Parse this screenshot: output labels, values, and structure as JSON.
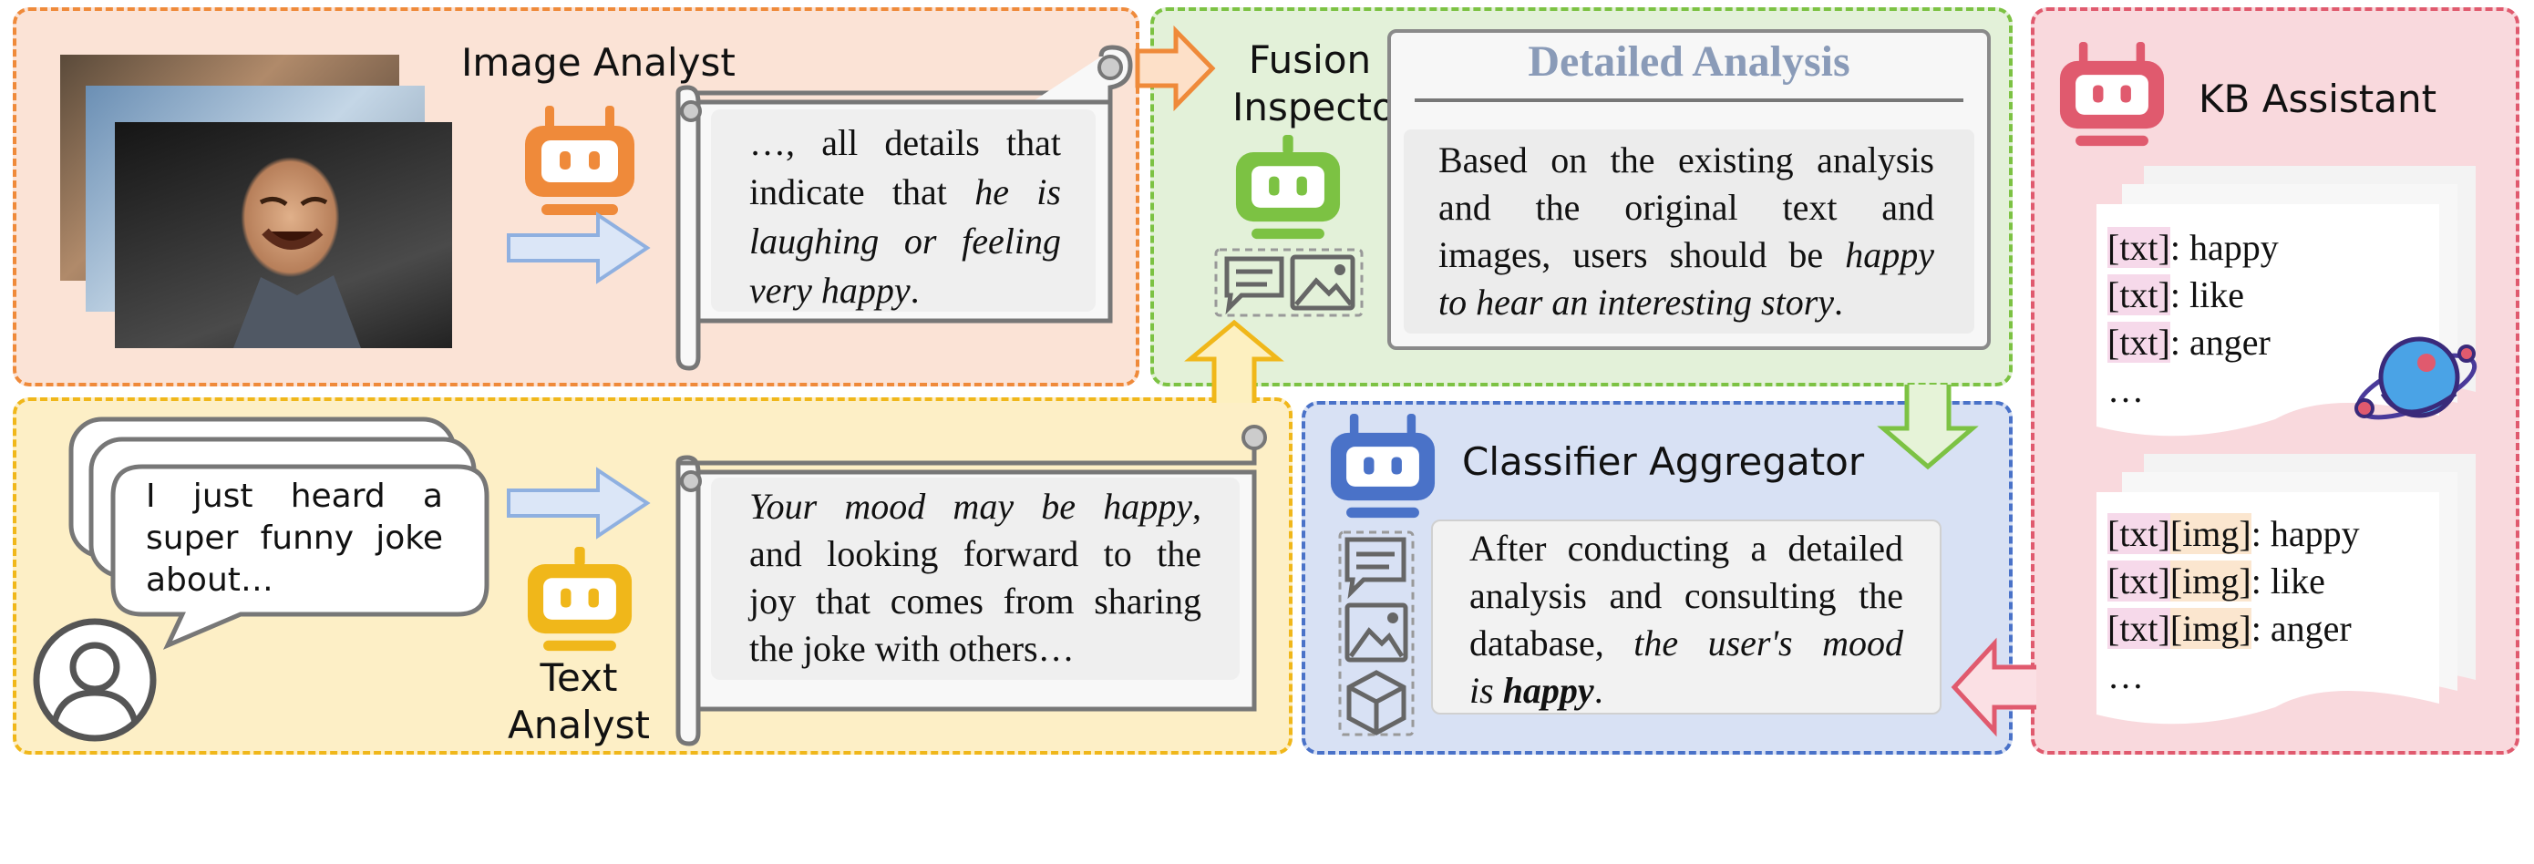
{
  "image_analyst": {
    "title": "Image Analyst",
    "scroll_lines": [
      "…, all details that",
      "indicate that ",
      "he is",
      "laughing or feeling",
      "very happy",
      "."
    ]
  },
  "fusion_inspector": {
    "title_line1": "Fusion",
    "title_line2": "Inspector",
    "card_title": "Detailed Analysis",
    "card_lines": [
      "Based on the existing analysis",
      "and the original text and",
      "images, users should be ",
      "happy",
      "to hear an interesting story",
      "."
    ]
  },
  "kb_assistant": {
    "title": "KB Assistant",
    "entries_text": [
      {
        "tag": "[txt]",
        "label": ": happy"
      },
      {
        "tag": "[txt]",
        "label": ": like"
      },
      {
        "tag": "[txt]",
        "label": ": anger"
      }
    ],
    "entries_mixed": [
      {
        "tag1": "[txt]",
        "tag2": "[img]",
        "label": ": happy"
      },
      {
        "tag1": "[txt]",
        "tag2": "[img]",
        "label": ": like"
      },
      {
        "tag1": "[txt]",
        "tag2": "[img]",
        "label": ": anger"
      }
    ],
    "ellipsis": "…"
  },
  "text_analyst": {
    "title_line1": "Text",
    "title_line2": "Analyst",
    "bubble_lines": [
      "I just heard a",
      "super funny joke",
      "about…"
    ],
    "scroll_lines": [
      "Your mood may be happy",
      ",",
      "and looking forward to the",
      "joy that comes from sharing",
      "the joke with others…"
    ]
  },
  "classifier_aggregator": {
    "title": "Classifier Aggregator",
    "card_lines": [
      "After conducting a detailed",
      "analysis and consulting the",
      "database, ",
      "the user's mood",
      "is ",
      "happy",
      "."
    ]
  },
  "colors": {
    "orange": "#ef8a3a",
    "green": "#7cc243",
    "red": "#e05a6e",
    "yellow": "#f0b71a",
    "blue": "#4a72c8"
  }
}
